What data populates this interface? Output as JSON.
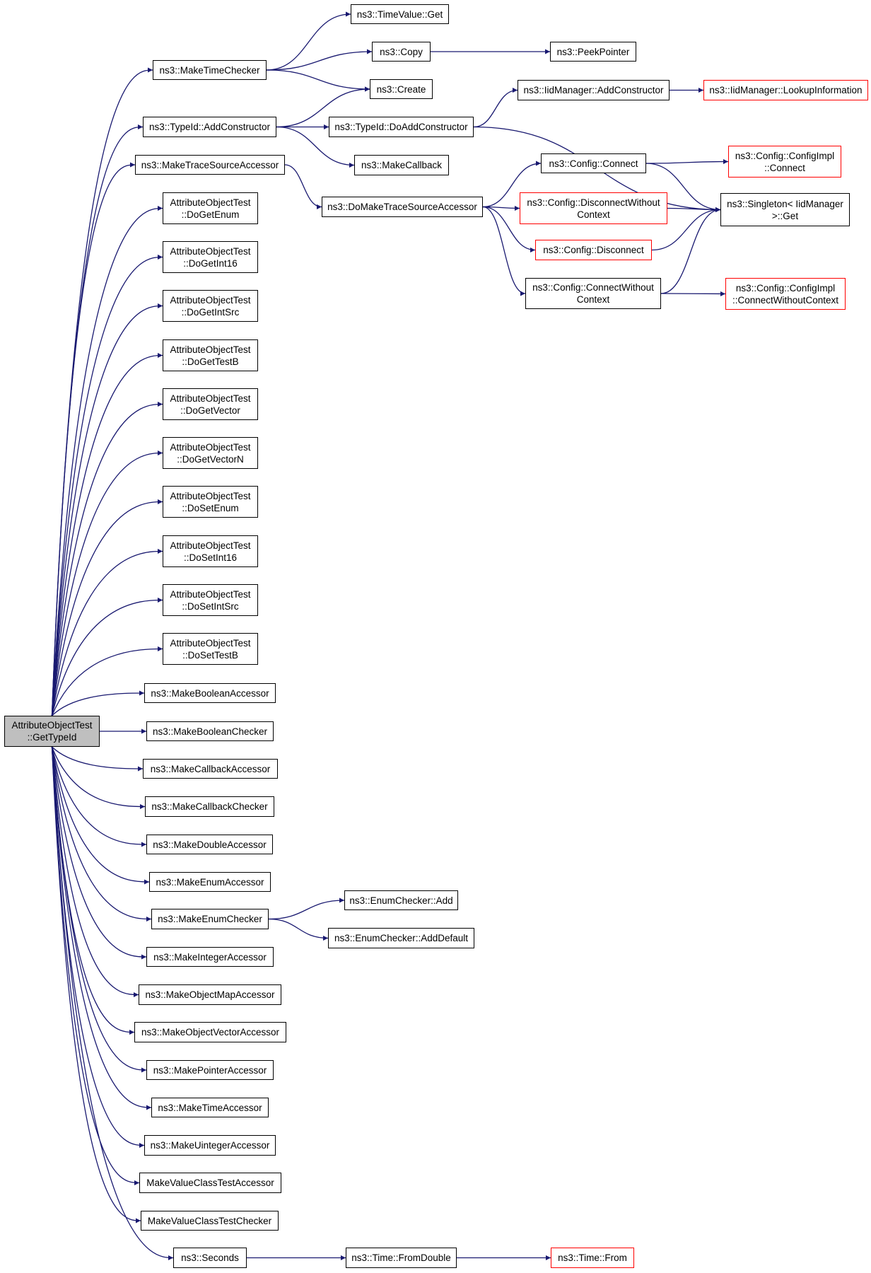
{
  "colors": {
    "edge": "#191970",
    "node_border": "#000000",
    "node_truncated_border": "#ff0000",
    "focus_fill": "#bfbfbf"
  },
  "nodes": {
    "root": {
      "label": "AttributeObjectTest\n::GetTypeId",
      "style": "focus"
    },
    "make_time_checker": {
      "label": "ns3::MakeTimeChecker",
      "style": "normal"
    },
    "timevalue_get": {
      "label": "ns3::TimeValue::Get",
      "style": "normal"
    },
    "copy": {
      "label": "ns3::Copy",
      "style": "normal"
    },
    "peek_pointer": {
      "label": "ns3::PeekPointer",
      "style": "normal"
    },
    "create": {
      "label": "ns3::Create",
      "style": "normal"
    },
    "typeid_add_constructor": {
      "label": "ns3::TypeId::AddConstructor",
      "style": "normal"
    },
    "typeid_do_add_constructor": {
      "label": "ns3::TypeId::DoAddConstructor",
      "style": "normal"
    },
    "iidmanager_add_constructor": {
      "label": "ns3::IidManager::AddConstructor",
      "style": "normal"
    },
    "iidmanager_lookup_information": {
      "label": "ns3::IidManager::LookupInformation",
      "style": "red"
    },
    "make_callback": {
      "label": "ns3::MakeCallback",
      "style": "normal"
    },
    "make_trace_source_accessor": {
      "label": "ns3::MakeTraceSourceAccessor",
      "style": "normal"
    },
    "do_make_trace_source_accessor": {
      "label": "ns3::DoMakeTraceSourceAccessor",
      "style": "normal"
    },
    "config_connect": {
      "label": "ns3::Config::Connect",
      "style": "normal"
    },
    "configimpl_connect": {
      "label": "ns3::Config::ConfigImpl\n::Connect",
      "style": "red"
    },
    "config_disconnect_without_context": {
      "label": "ns3::Config::DisconnectWithout\nContext",
      "style": "red"
    },
    "singleton_get": {
      "label": "ns3::Singleton< IidManager\n>::Get",
      "style": "normal"
    },
    "config_disconnect": {
      "label": "ns3::Config::Disconnect",
      "style": "red"
    },
    "config_connect_without_context": {
      "label": "ns3::Config::ConnectWithout\nContext",
      "style": "normal"
    },
    "configimpl_connect_without_context": {
      "label": "ns3::Config::ConfigImpl\n::ConnectWithoutContext",
      "style": "red"
    },
    "do_get_enum": {
      "label": "AttributeObjectTest\n::DoGetEnum",
      "style": "normal"
    },
    "do_get_int16": {
      "label": "AttributeObjectTest\n::DoGetInt16",
      "style": "normal"
    },
    "do_get_int_src": {
      "label": "AttributeObjectTest\n::DoGetIntSrc",
      "style": "normal"
    },
    "do_get_test_b": {
      "label": "AttributeObjectTest\n::DoGetTestB",
      "style": "normal"
    },
    "do_get_vector": {
      "label": "AttributeObjectTest\n::DoGetVector",
      "style": "normal"
    },
    "do_get_vector_n": {
      "label": "AttributeObjectTest\n::DoGetVectorN",
      "style": "normal"
    },
    "do_set_enum": {
      "label": "AttributeObjectTest\n::DoSetEnum",
      "style": "normal"
    },
    "do_set_int16": {
      "label": "AttributeObjectTest\n::DoSetInt16",
      "style": "normal"
    },
    "do_set_int_src": {
      "label": "AttributeObjectTest\n::DoSetIntSrc",
      "style": "normal"
    },
    "do_set_test_b": {
      "label": "AttributeObjectTest\n::DoSetTestB",
      "style": "normal"
    },
    "make_boolean_accessor": {
      "label": "ns3::MakeBooleanAccessor",
      "style": "normal"
    },
    "make_boolean_checker": {
      "label": "ns3::MakeBooleanChecker",
      "style": "normal"
    },
    "make_callback_accessor": {
      "label": "ns3::MakeCallbackAccessor",
      "style": "normal"
    },
    "make_callback_checker": {
      "label": "ns3::MakeCallbackChecker",
      "style": "normal"
    },
    "make_double_accessor": {
      "label": "ns3::MakeDoubleAccessor",
      "style": "normal"
    },
    "make_enum_accessor": {
      "label": "ns3::MakeEnumAccessor",
      "style": "normal"
    },
    "make_enum_checker": {
      "label": "ns3::MakeEnumChecker",
      "style": "normal"
    },
    "enum_checker_add": {
      "label": "ns3::EnumChecker::Add",
      "style": "normal"
    },
    "enum_checker_add_default": {
      "label": "ns3::EnumChecker::AddDefault",
      "style": "normal"
    },
    "make_integer_accessor": {
      "label": "ns3::MakeIntegerAccessor",
      "style": "normal"
    },
    "make_object_map_accessor": {
      "label": "ns3::MakeObjectMapAccessor",
      "style": "normal"
    },
    "make_object_vector_accessor": {
      "label": "ns3::MakeObjectVectorAccessor",
      "style": "normal"
    },
    "make_pointer_accessor": {
      "label": "ns3::MakePointerAccessor",
      "style": "normal"
    },
    "make_time_accessor": {
      "label": "ns3::MakeTimeAccessor",
      "style": "normal"
    },
    "make_uinteger_accessor": {
      "label": "ns3::MakeUintegerAccessor",
      "style": "normal"
    },
    "make_value_class_test_accessor": {
      "label": "MakeValueClassTestAccessor",
      "style": "normal"
    },
    "make_value_class_test_checker": {
      "label": "MakeValueClassTestChecker",
      "style": "normal"
    },
    "seconds": {
      "label": "ns3::Seconds",
      "style": "normal"
    },
    "time_from_double": {
      "label": "ns3::Time::FromDouble",
      "style": "normal"
    },
    "time_from": {
      "label": "ns3::Time::From",
      "style": "red"
    }
  },
  "edges": [
    [
      "root",
      "make_time_checker"
    ],
    [
      "make_time_checker",
      "timevalue_get"
    ],
    [
      "make_time_checker",
      "copy"
    ],
    [
      "make_time_checker",
      "create"
    ],
    [
      "copy",
      "peek_pointer"
    ],
    [
      "root",
      "typeid_add_constructor"
    ],
    [
      "typeid_add_constructor",
      "create"
    ],
    [
      "typeid_add_constructor",
      "typeid_do_add_constructor"
    ],
    [
      "typeid_add_constructor",
      "make_callback"
    ],
    [
      "typeid_do_add_constructor",
      "iidmanager_add_constructor"
    ],
    [
      "typeid_do_add_constructor",
      "singleton_get"
    ],
    [
      "iidmanager_add_constructor",
      "iidmanager_lookup_information"
    ],
    [
      "root",
      "make_trace_source_accessor"
    ],
    [
      "make_trace_source_accessor",
      "do_make_trace_source_accessor"
    ],
    [
      "do_make_trace_source_accessor",
      "config_connect"
    ],
    [
      "do_make_trace_source_accessor",
      "config_disconnect_without_context"
    ],
    [
      "do_make_trace_source_accessor",
      "config_disconnect"
    ],
    [
      "do_make_trace_source_accessor",
      "config_connect_without_context"
    ],
    [
      "config_connect",
      "configimpl_connect"
    ],
    [
      "config_connect",
      "singleton_get"
    ],
    [
      "config_disconnect_without_context",
      "singleton_get"
    ],
    [
      "config_disconnect",
      "singleton_get"
    ],
    [
      "config_connect_without_context",
      "singleton_get"
    ],
    [
      "config_connect_without_context",
      "configimpl_connect_without_context"
    ],
    [
      "root",
      "do_get_enum"
    ],
    [
      "root",
      "do_get_int16"
    ],
    [
      "root",
      "do_get_int_src"
    ],
    [
      "root",
      "do_get_test_b"
    ],
    [
      "root",
      "do_get_vector"
    ],
    [
      "root",
      "do_get_vector_n"
    ],
    [
      "root",
      "do_set_enum"
    ],
    [
      "root",
      "do_set_int16"
    ],
    [
      "root",
      "do_set_int_src"
    ],
    [
      "root",
      "do_set_test_b"
    ],
    [
      "root",
      "make_boolean_accessor"
    ],
    [
      "root",
      "make_boolean_checker"
    ],
    [
      "root",
      "make_callback_accessor"
    ],
    [
      "root",
      "make_callback_checker"
    ],
    [
      "root",
      "make_double_accessor"
    ],
    [
      "root",
      "make_enum_accessor"
    ],
    [
      "root",
      "make_enum_checker"
    ],
    [
      "make_enum_checker",
      "enum_checker_add"
    ],
    [
      "make_enum_checker",
      "enum_checker_add_default"
    ],
    [
      "root",
      "make_integer_accessor"
    ],
    [
      "root",
      "make_object_map_accessor"
    ],
    [
      "root",
      "make_object_vector_accessor"
    ],
    [
      "root",
      "make_pointer_accessor"
    ],
    [
      "root",
      "make_time_accessor"
    ],
    [
      "root",
      "make_uinteger_accessor"
    ],
    [
      "root",
      "make_value_class_test_accessor"
    ],
    [
      "root",
      "make_value_class_test_checker"
    ],
    [
      "root",
      "seconds"
    ],
    [
      "seconds",
      "time_from_double"
    ],
    [
      "time_from_double",
      "time_from"
    ]
  ]
}
